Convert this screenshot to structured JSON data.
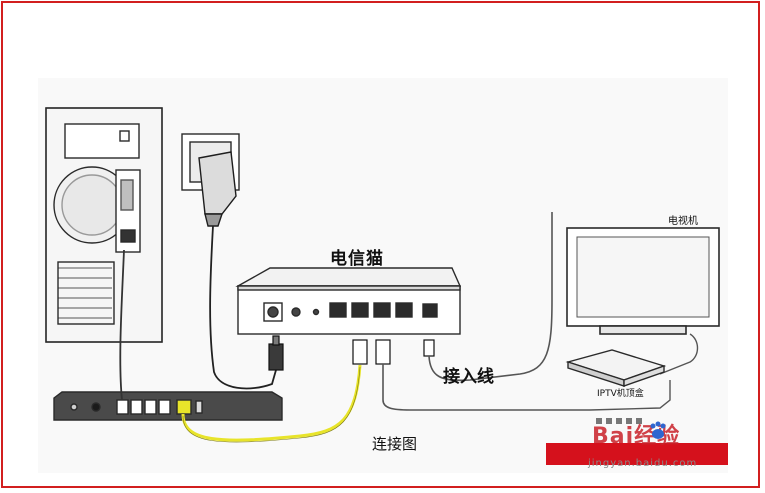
{
  "labels": {
    "modem": "电信猫",
    "tv": "电视机",
    "stb": "IPTV机顶盒",
    "access_line": "接入线",
    "diagram_title": "连接图"
  },
  "watermark": {
    "brand": "Bai经验",
    "url": "jingyan.baidu.com"
  },
  "colors": {
    "frame": "#d21f1f",
    "watermark_bar": "#d5111c",
    "yellow_cable": "#e8e42a",
    "outline": "#2a2a2a",
    "device_fill": "#f4f4f4"
  }
}
